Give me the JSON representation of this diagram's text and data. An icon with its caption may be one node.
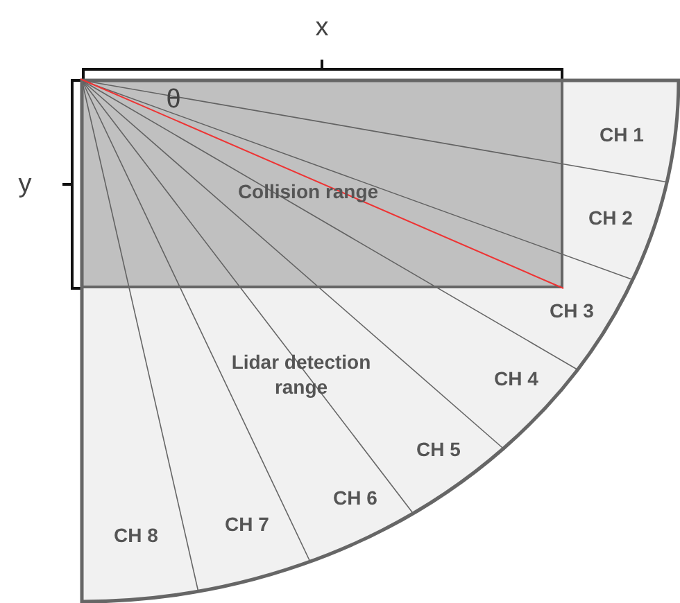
{
  "diagram": {
    "nodes": [
      {
        "text": [
          "Lidar detection range"
        ]
      },
      {
        "text": [
          "Collision range"
        ],
        "in": 0
      }
    ],
    "labels": [
      "x",
      "θ",
      "CH 1",
      "y",
      "CH 2",
      "CH 3",
      "CH 4",
      "CH 5",
      "CH 6",
      "CH 7",
      "CH 8"
    ]
  }
}
